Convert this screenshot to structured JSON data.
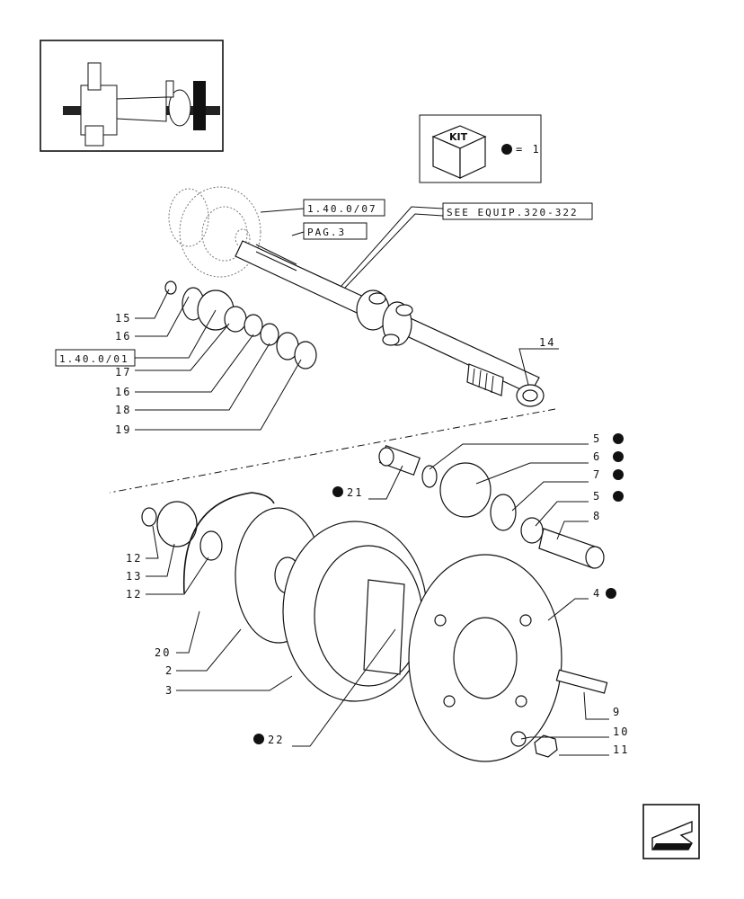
{
  "kit_legend": {
    "kit_label": "KIT",
    "equals_text": "= 1"
  },
  "references": {
    "ref_1_40_0_07": "1.40.0/07",
    "ref_pag_3": "PAG.3",
    "ref_see_equip": "SEE EQUIP.320-322",
    "ref_1_40_0_01": "1.40.0/01"
  },
  "callouts": [
    {
      "id": "c15",
      "label": "15"
    },
    {
      "id": "c16a",
      "label": "16"
    },
    {
      "id": "c17",
      "label": "17"
    },
    {
      "id": "c16b",
      "label": "16"
    },
    {
      "id": "c18",
      "label": "18"
    },
    {
      "id": "c19",
      "label": "19"
    },
    {
      "id": "c14",
      "label": "14"
    },
    {
      "id": "c5a",
      "label": "5"
    },
    {
      "id": "c6",
      "label": "6"
    },
    {
      "id": "c7",
      "label": "7"
    },
    {
      "id": "c5b",
      "label": "5"
    },
    {
      "id": "c8",
      "label": "8"
    },
    {
      "id": "c21",
      "label": "21"
    },
    {
      "id": "c4",
      "label": "4"
    },
    {
      "id": "c12a",
      "label": "12"
    },
    {
      "id": "c13",
      "label": "13"
    },
    {
      "id": "c12b",
      "label": "12"
    },
    {
      "id": "c20",
      "label": "20"
    },
    {
      "id": "c2",
      "label": "2"
    },
    {
      "id": "c3",
      "label": "3"
    },
    {
      "id": "c9",
      "label": "9"
    },
    {
      "id": "c10",
      "label": "10"
    },
    {
      "id": "c11",
      "label": "11"
    },
    {
      "id": "c22",
      "label": "22"
    }
  ],
  "kit_marked_parts": [
    "5",
    "6",
    "7",
    "5",
    "4",
    "21",
    "22"
  ],
  "icons": {
    "thumbnail": "axle-assembly-thumbnail",
    "kit": "kit-cube-icon",
    "nav": "previous-page-arrow-icon"
  },
  "colors": {
    "ink": "#111111",
    "paper": "#ffffff"
  }
}
